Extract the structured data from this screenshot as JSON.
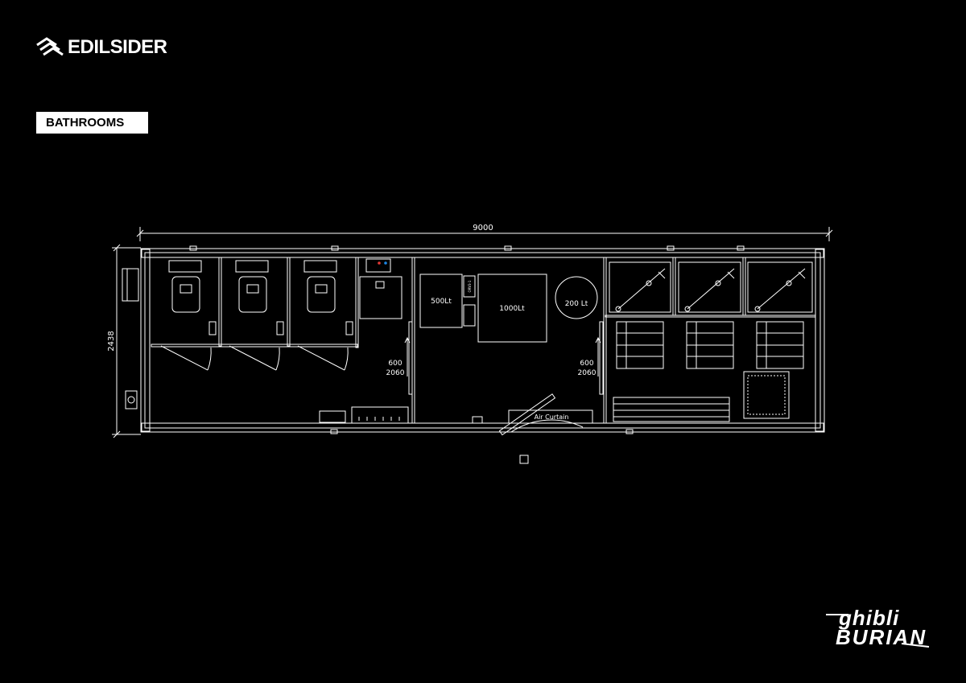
{
  "brand": {
    "name": "EDILSIDER",
    "icon": "edilsider-wave-logo"
  },
  "section_tag": "BATHROOMS",
  "drawing": {
    "dimension_length": "9000",
    "dimension_width": "2438",
    "tank_500": "500Lt",
    "tank_1000": "1000Lt",
    "tank_200": "200 Lt",
    "air_curtain": "Air Curtain",
    "window_left_top": "600",
    "window_left_bottom": "2060",
    "window_right_top": "600",
    "window_right_bottom": "2060",
    "small_box_label": "ORV3-1"
  },
  "partner": {
    "line1": "ghibli",
    "line2": "BURIAN"
  },
  "colors": {
    "background": "#000000",
    "lines": "#ffffff",
    "accent_red": "#e53935",
    "accent_blue": "#1e88e5"
  }
}
